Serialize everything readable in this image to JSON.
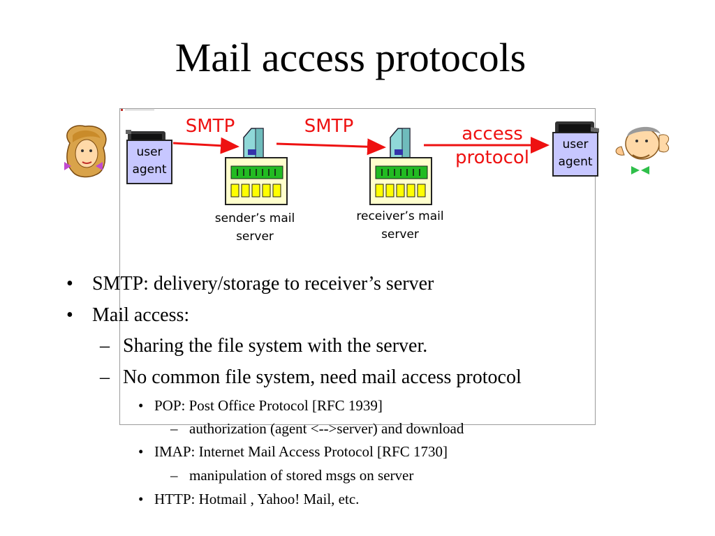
{
  "slide": {
    "title": "Mail access protocols"
  },
  "diagram": {
    "smtp_label_1": "SMTP",
    "smtp_label_2": "SMTP",
    "access_protocol_label": {
      "line1": "access",
      "line2": "protocol"
    },
    "user_agent_left": {
      "line1": "user",
      "line2": "agent"
    },
    "user_agent_right": {
      "line1": "user",
      "line2": "agent"
    },
    "sender_server_label": {
      "line1": "sender’s mail",
      "line2": "server"
    },
    "receiver_server_label": {
      "line1": "receiver’s mail",
      "line2": "server"
    },
    "colors": {
      "arrow": "#ee1111",
      "server_body": "#ffffcc",
      "server_slots": "#ffff00",
      "server_bar": "#22bb22",
      "tower": "#8fd8d8",
      "agent_box": "#c7c7ff"
    }
  },
  "bullets": [
    {
      "level": 1,
      "marker": "•",
      "text": "SMTP: delivery/storage to receiver’s server"
    },
    {
      "level": 1,
      "marker": "•",
      "text": "Mail access:"
    },
    {
      "level": 2,
      "marker": "–",
      "text": "Sharing the file system with the server."
    },
    {
      "level": 2,
      "marker": "–",
      "text": "No common file system, need mail access protocol"
    },
    {
      "level": 3,
      "marker": "•",
      "text": "POP: Post Office Protocol [RFC 1939]"
    },
    {
      "level": 4,
      "marker": "–",
      "text": "authorization (agent <-->server) and download"
    },
    {
      "level": 3,
      "marker": "•",
      "text": "IMAP: Internet Mail Access Protocol [RFC 1730]"
    },
    {
      "level": 4,
      "marker": "–",
      "text": "manipulation of stored msgs on server"
    },
    {
      "level": 3,
      "marker": "•",
      "text": "HTTP: Hotmail , Yahoo! Mail, etc."
    }
  ]
}
